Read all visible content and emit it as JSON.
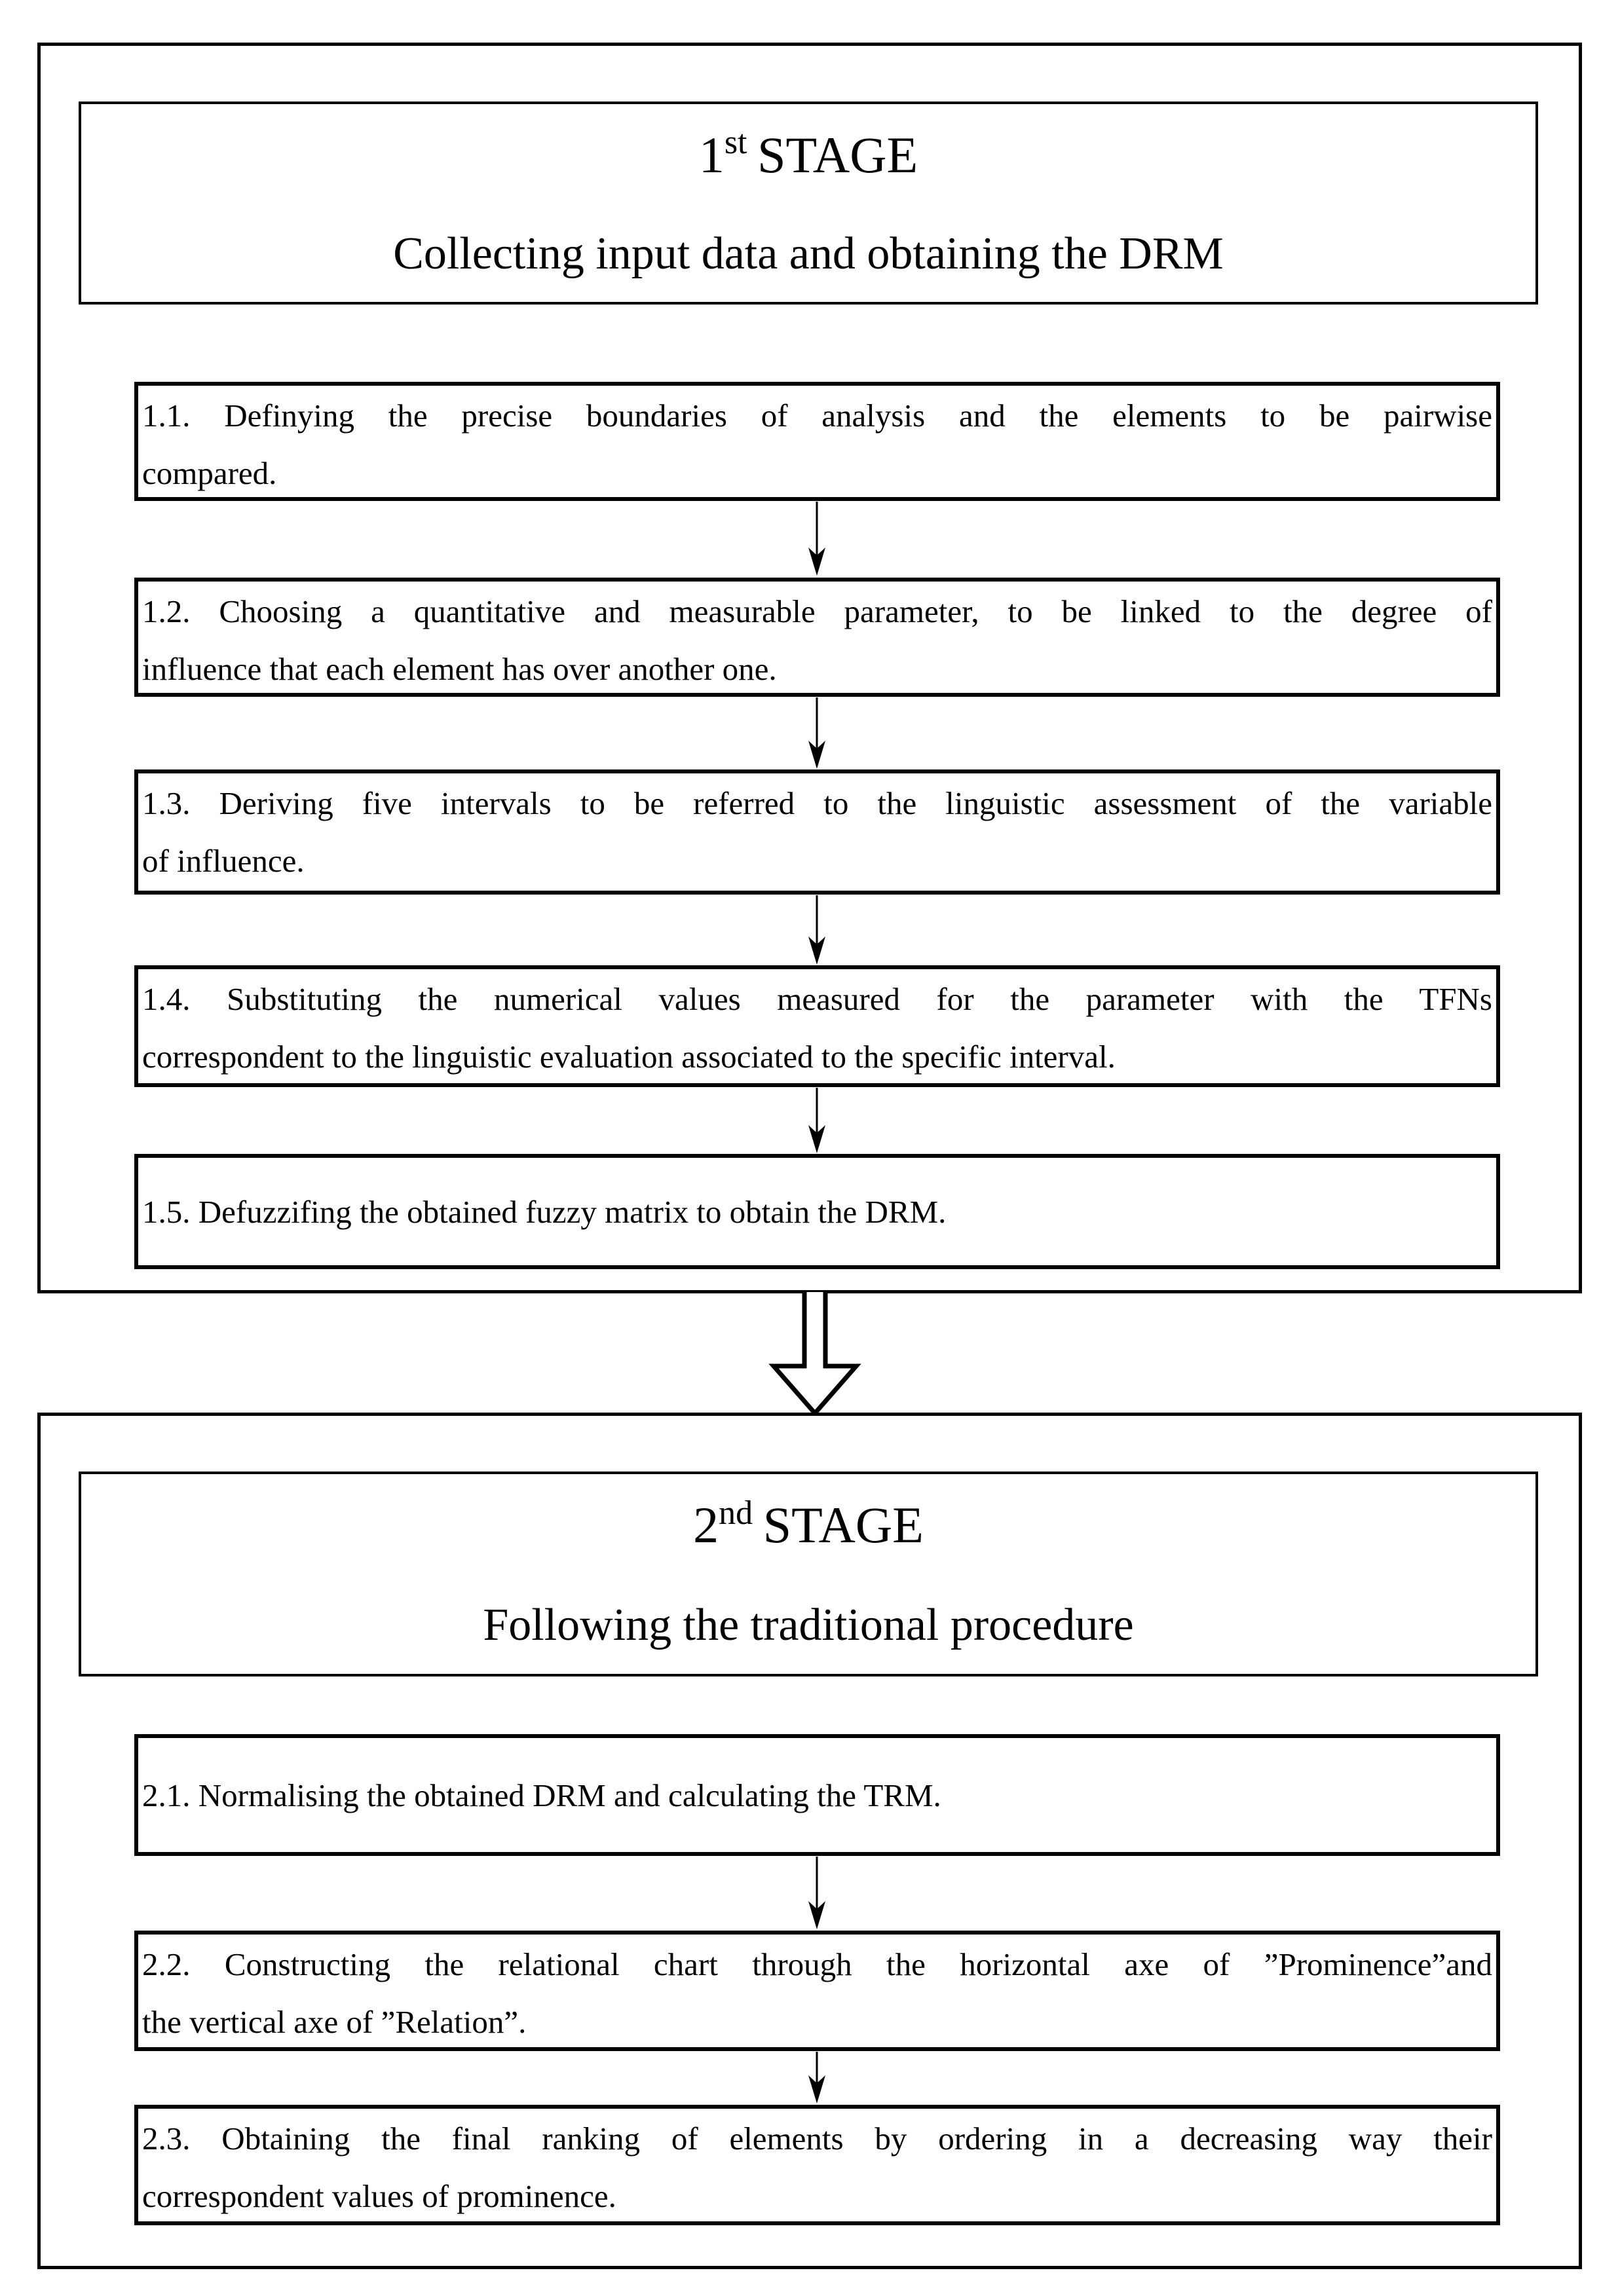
{
  "colors": {
    "ink": "#000000",
    "paper": "#ffffff"
  },
  "icons": {
    "step_connector_icon": "down-arrow",
    "stage_transition_icon": "hollow-down-arrow"
  },
  "stage1": {
    "header": {
      "number": "1",
      "ordinal": "st",
      "word": "STAGE",
      "subtitle": "Collecting input data and obtaining the DRM"
    },
    "steps": [
      {
        "lines": [
          "1.1. Definying the precise boundaries of analysis and the elements to be pairwise",
          "compared."
        ]
      },
      {
        "lines": [
          "1.2. Choosing a quantitative and measurable parameter, to be linked to the degree of",
          "influence that each element has over another one."
        ]
      },
      {
        "lines": [
          "1.3. Deriving five intervals to be referred to the linguistic assessment of the variable",
          "of influence."
        ]
      },
      {
        "lines": [
          "1.4. Substituting the numerical values measured for the parameter with the TFNs",
          "correspondent to the linguistic evaluation associated to the specific interval."
        ]
      },
      {
        "lines": [
          "1.5. Defuzzifing the obtained fuzzy matrix to obtain the DRM."
        ]
      }
    ]
  },
  "stage2": {
    "header": {
      "number": "2",
      "ordinal": "nd",
      "word": "STAGE",
      "subtitle": "Following the traditional procedure"
    },
    "steps": [
      {
        "lines": [
          "2.1. Normalising the obtained DRM and calculating the TRM."
        ]
      },
      {
        "lines": [
          "2.2. Constructing the relational chart through the horizontal axe of ”Prominence”and",
          "the vertical axe of ”Relation”."
        ]
      },
      {
        "lines": [
          "2.3. Obtaining the final ranking of elements by ordering  in  a  decreasing  way  their",
          "correspondent values of prominence."
        ]
      }
    ]
  }
}
